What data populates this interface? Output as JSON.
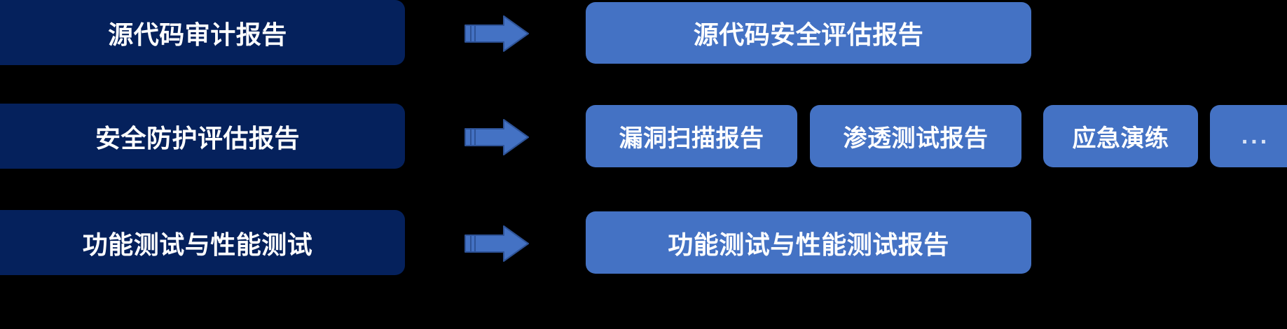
{
  "diagram": {
    "title": "",
    "colors": {
      "background": "#000000",
      "source_box": "#05215C",
      "target_box": "#4472C4",
      "arrow_fill": "#4472C4",
      "arrow_stroke": "#2E5397",
      "text": "#FFFFFF"
    },
    "rows": [
      {
        "source": {
          "label": "源代码审计报告"
        },
        "arrow": {
          "name": "flow-arrow-right"
        },
        "targets": [
          {
            "label": "源代码安全评估报告"
          }
        ]
      },
      {
        "source": {
          "label": "安全防护评估报告"
        },
        "arrow": {
          "name": "flow-arrow-right"
        },
        "targets": [
          {
            "label": "漏洞扫描报告"
          },
          {
            "label": "渗透测试报告"
          },
          {
            "label": "应急演练"
          },
          {
            "label": "..."
          }
        ]
      },
      {
        "source": {
          "label": "功能测试与性能测试"
        },
        "arrow": {
          "name": "flow-arrow-right"
        },
        "targets": [
          {
            "label": "功能测试与性能测试报告"
          }
        ]
      }
    ]
  }
}
